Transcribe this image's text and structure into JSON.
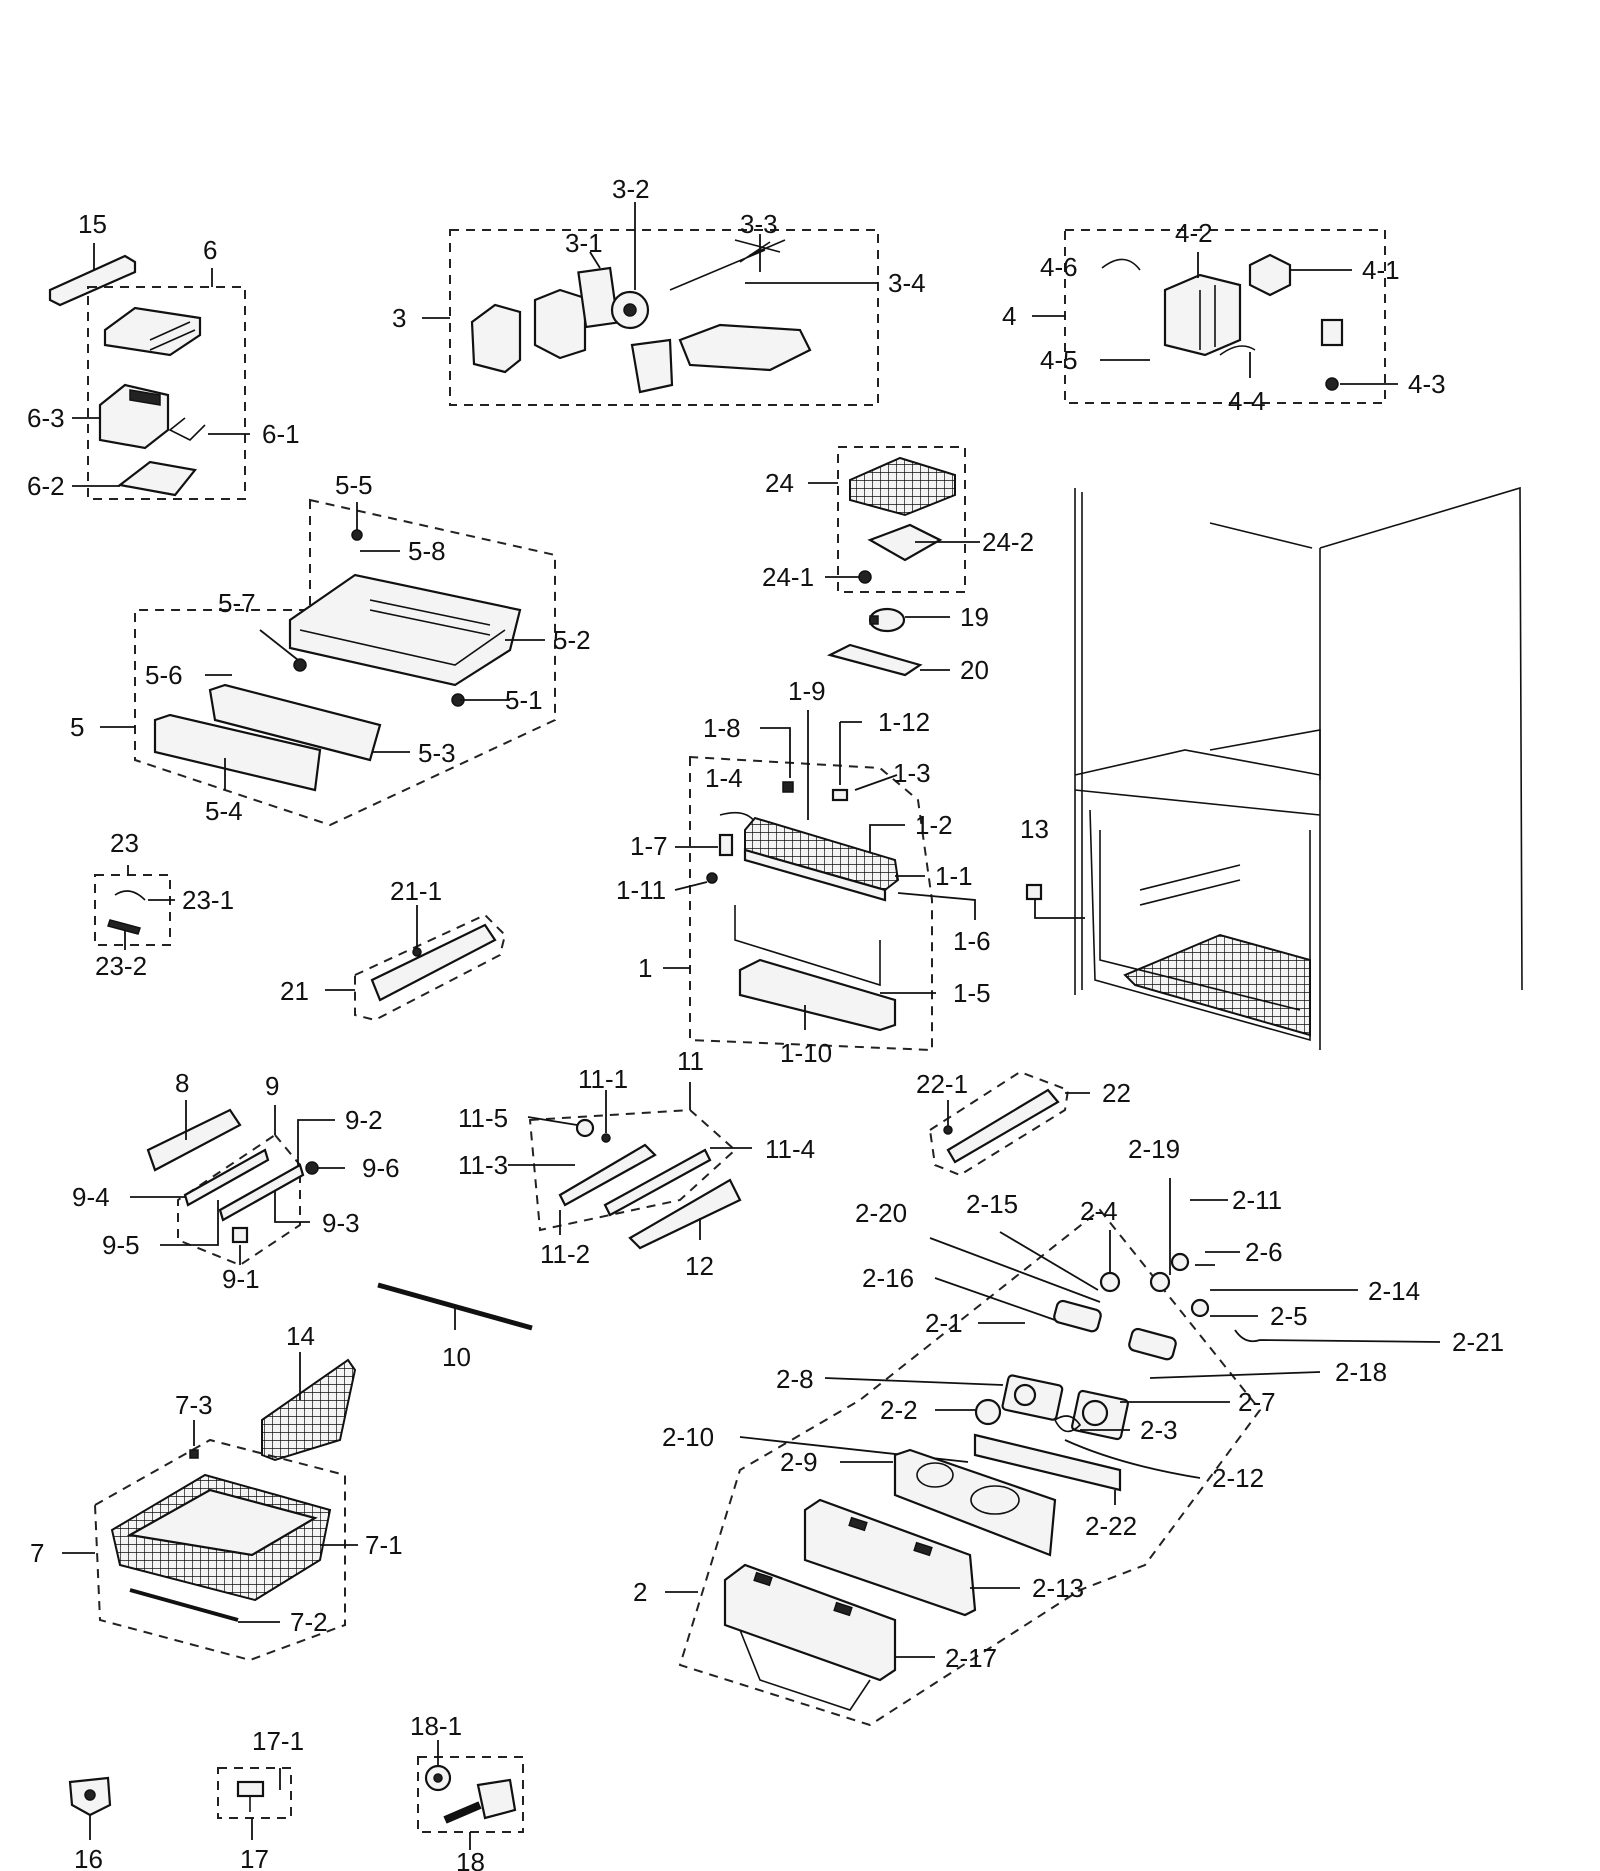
{
  "labels": {
    "p15": "15",
    "p6": "6",
    "p6_3": "6-3",
    "p6_1": "6-1",
    "p6_2": "6-2",
    "p3": "3",
    "p3_1": "3-1",
    "p3_2": "3-2",
    "p3_3": "3-3",
    "p3_4": "3-4",
    "p4": "4",
    "p4_1": "4-1",
    "p4_2": "4-2",
    "p4_3": "4-3",
    "p4_4": "4-4",
    "p4_5": "4-5",
    "p4_6": "4-6",
    "p5": "5",
    "p5_1": "5-1",
    "p5_2": "5-2",
    "p5_3": "5-3",
    "p5_4": "5-4",
    "p5_5": "5-5",
    "p5_6": "5-6",
    "p5_7": "5-7",
    "p5_8": "5-8",
    "p24": "24",
    "p24_1": "24-1",
    "p24_2": "24-2",
    "p19": "19",
    "p20": "20",
    "p1": "1",
    "p1_1": "1-1",
    "p1_2": "1-2",
    "p1_3": "1-3",
    "p1_4": "1-4",
    "p1_5": "1-5",
    "p1_6": "1-6",
    "p1_7": "1-7",
    "p1_8": "1-8",
    "p1_9": "1-9",
    "p1_10": "1-10",
    "p1_11": "1-11",
    "p1_12": "1-12",
    "p13": "13",
    "p23": "23",
    "p23_1": "23-1",
    "p23_2": "23-2",
    "p21": "21",
    "p21_1": "21-1",
    "p8": "8",
    "p9": "9",
    "p9_1": "9-1",
    "p9_2": "9-2",
    "p9_3": "9-3",
    "p9_4": "9-4",
    "p9_5": "9-5",
    "p9_6": "9-6",
    "p11": "11",
    "p11_1": "11-1",
    "p11_2": "11-2",
    "p11_3": "11-3",
    "p11_4": "11-4",
    "p11_5": "11-5",
    "p12": "12",
    "p10": "10",
    "p22": "22",
    "p22_1": "22-1",
    "p2": "2",
    "p2_1": "2-1",
    "p2_2": "2-2",
    "p2_3": "2-3",
    "p2_4": "2-4",
    "p2_5": "2-5",
    "p2_6": "2-6",
    "p2_7": "2-7",
    "p2_8": "2-8",
    "p2_9": "2-9",
    "p2_10": "2-10",
    "p2_11": "2-11",
    "p2_12": "2-12",
    "p2_13": "2-13",
    "p2_14": "2-14",
    "p2_15": "2-15",
    "p2_16": "2-16",
    "p2_17": "2-17",
    "p2_18": "2-18",
    "p2_19": "2-19",
    "p2_20": "2-20",
    "p2_21": "2-21",
    "p2_22": "2-22",
    "p14": "14",
    "p7": "7",
    "p7_1": "7-1",
    "p7_2": "7-2",
    "p7_3": "7-3",
    "p16": "16",
    "p17": "17",
    "p17_1": "17-1",
    "p18": "18",
    "p18_1": "18-1"
  }
}
